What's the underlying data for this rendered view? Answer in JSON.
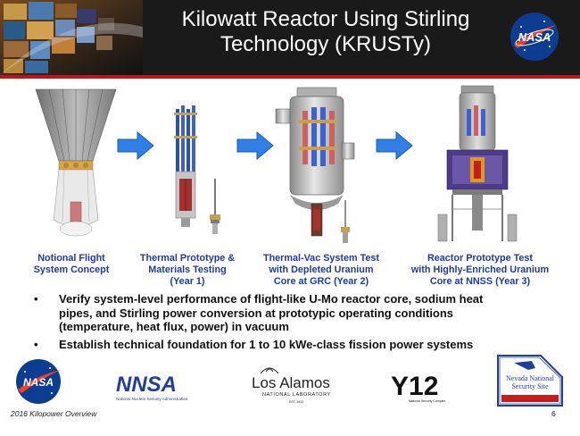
{
  "header": {
    "title_line1": "Kilowatt Reactor Using Stirling",
    "title_line2": "Technology (KRUSTy)",
    "logo": "NASA",
    "colors": {
      "background": "#1a1a1a",
      "accent": "#b8171b",
      "title": "#ffffff"
    }
  },
  "stages": [
    {
      "line1": "Notional Flight",
      "line2": "System Concept",
      "line3": ""
    },
    {
      "line1": "Thermal Prototype &",
      "line2": "Materials Testing",
      "line3": "(Year 1)"
    },
    {
      "line1": "Thermal-Vac System Test",
      "line2": "with Depleted Uranium",
      "line3": "Core at GRC (Year 2)"
    },
    {
      "line1": "Reactor Prototype Test",
      "line2": "with Highly-Enriched Uranium",
      "line3": "Core at NNSS (Year 3)"
    }
  ],
  "stage_label_color": "#1f3aa0",
  "arrow_color": "#2f7fe6",
  "bullets": [
    {
      "marker": "•",
      "text_line1": "Verify system-level performance of flight-like U-Mo reactor core, sodium heat",
      "text_line2": "pipes, and Stirling power conversion at prototypic operating conditions",
      "text_line3": "(temperature, heat flux, power) in vacuum"
    },
    {
      "marker": "•",
      "text_line1": "Establish technical foundation for 1 to 10 kWe-class fission power systems",
      "text_line2": "",
      "text_line3": ""
    }
  ],
  "footer": {
    "logos": {
      "nasa": "NASA",
      "nnsa": "NNSA",
      "nnsa_sub": "National Nuclear Security Administration",
      "los_alamos": "Los Alamos",
      "los_alamos_sub": "NATIONAL LABORATORY",
      "los_alamos_est": "EST. 1943",
      "y12": "Y12",
      "y12_sub": "National Security Complex",
      "nevada_line1": "Nevada National",
      "nevada_line2": "Security Site"
    },
    "caption": "2016 Kilopower Overview",
    "page_number": "6"
  }
}
